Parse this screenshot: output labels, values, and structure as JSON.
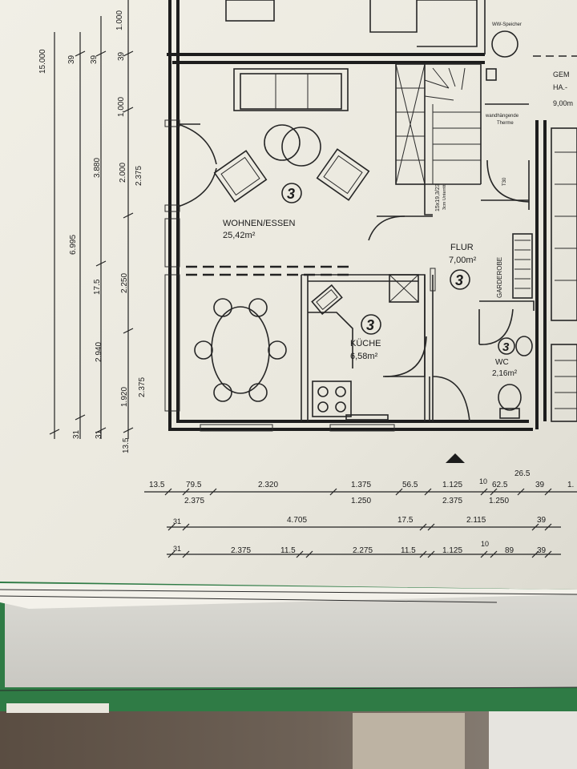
{
  "rooms": {
    "living": {
      "name": "WOHNEN/ESSEN",
      "area": "25,42m²",
      "mark": "3"
    },
    "kitchen": {
      "name": "KÜCHE",
      "area": "6,58m²",
      "mark": "3"
    },
    "hall": {
      "name": "FLUR",
      "area": "7,00m²",
      "mark": "3"
    },
    "wc": {
      "name": "WC",
      "area": "2,16m²",
      "mark": "3"
    },
    "neighbor": {
      "name": "GEM",
      "line2": "HA.-",
      "area": "9,00m"
    }
  },
  "fixtures": {
    "water_storage": "WW-Speicher",
    "boiler_line1": "wandhängende",
    "boiler_line2": "Therme",
    "stair_line1": "15x19,3/23",
    "stair_line2": "3cm Unterritt",
    "door_t30": "T30",
    "wardrobe": "GARDEROBE"
  },
  "dimensions": {
    "vertical": {
      "col1": [
        "15.000"
      ],
      "col2": [
        "6.995",
        "2.940"
      ],
      "col3": [
        "39",
        "3.880",
        "17.5",
        "31"
      ],
      "col4": [
        "39",
        "1.000",
        "2.000",
        "2.250",
        "1.920",
        "31"
      ],
      "col5": [
        "1.000",
        "39",
        "2.375",
        "2.375",
        "13.5"
      ]
    },
    "row1_top": [
      "13.5",
      "79.5",
      "2.320",
      "1.375",
      "56.5",
      "1.125",
      "10",
      "62.5",
      "39",
      "1."
    ],
    "row1_extra": "26.5",
    "row1_bottom": [
      "2.375",
      "1.250",
      "2.375",
      "1.250"
    ],
    "row2": [
      "31",
      "4.705",
      "17.5",
      "2.115",
      "39"
    ],
    "row3": [
      "31",
      "2.375",
      "11.5",
      "2.275",
      "11.5",
      "1.125",
      "10",
      "89",
      "39"
    ]
  }
}
